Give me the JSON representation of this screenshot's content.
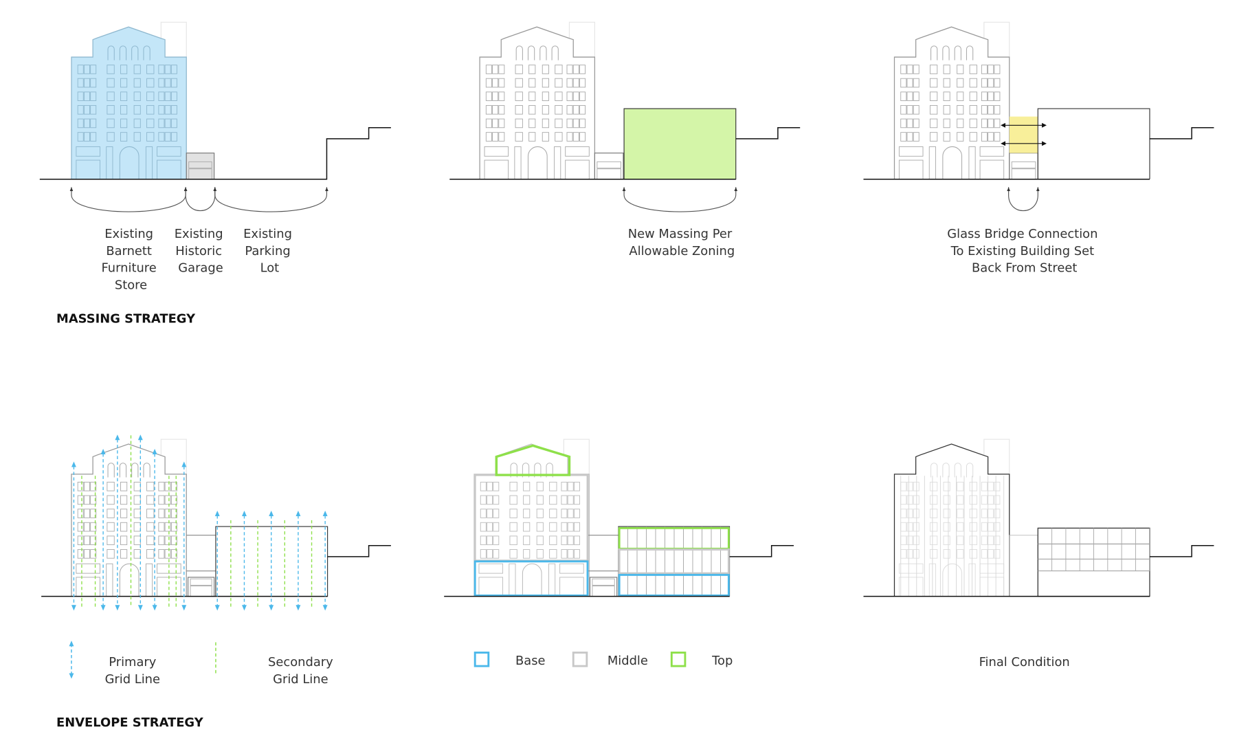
{
  "sections": {
    "massing_title": "MASSING STRATEGY",
    "envelope_title": "ENVELOPE STRATEGY"
  },
  "panel1": {
    "labels": [
      {
        "lines": [
          "Existing",
          "Barnett",
          "Furniture",
          "Store"
        ]
      },
      {
        "lines": [
          "Existing",
          "Historic",
          "Garage"
        ]
      },
      {
        "lines": [
          "Existing",
          "Parking",
          "Lot"
        ]
      }
    ]
  },
  "panel2": {
    "lines": [
      "New Massing  Per",
      "Allowable Zoning"
    ]
  },
  "panel3": {
    "lines": [
      "Glass Bridge Connection",
      "To Existing Building Set",
      "Back From Street"
    ]
  },
  "panel4": {
    "legend": [
      {
        "lines": [
          "Primary",
          "Grid Line"
        ],
        "color": "#4bb8ea"
      },
      {
        "lines": [
          "Secondary",
          "Grid Line"
        ],
        "color": "#8ee04a"
      }
    ]
  },
  "panel5": {
    "legend": [
      {
        "label": "Base",
        "color": "#4bb8ea"
      },
      {
        "label": "Middle",
        "color": "#c8c8c8"
      },
      {
        "label": "Top",
        "color": "#8ee04a"
      }
    ]
  },
  "panel6": {
    "lines": [
      "Final Condition"
    ]
  },
  "colors": {
    "existing_store": "#c4e6f8",
    "garage": "#e2e2e2",
    "new_massing": "#d4f5a8",
    "glass_bridge": "#f8ef9a",
    "base": "#4bb8ea",
    "middle": "#c8c8c8",
    "top": "#8ee04a"
  }
}
